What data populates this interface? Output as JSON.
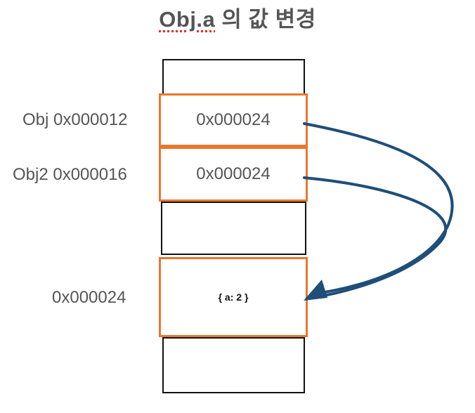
{
  "title": {
    "code": "Obj.a",
    "rest": "의 값 변경"
  },
  "memory": {
    "rows": [
      {
        "label": "Obj 0x000012",
        "value": "0x000024"
      },
      {
        "label": "Obj2 0x000016",
        "value": "0x000024"
      }
    ],
    "heap": {
      "label": "0x000024",
      "value": "{ a: 2 }"
    }
  },
  "colors": {
    "cell_border": "#111111",
    "highlight_border": "#e8772e",
    "arrow": "#1f4e79",
    "text": "#555555"
  }
}
